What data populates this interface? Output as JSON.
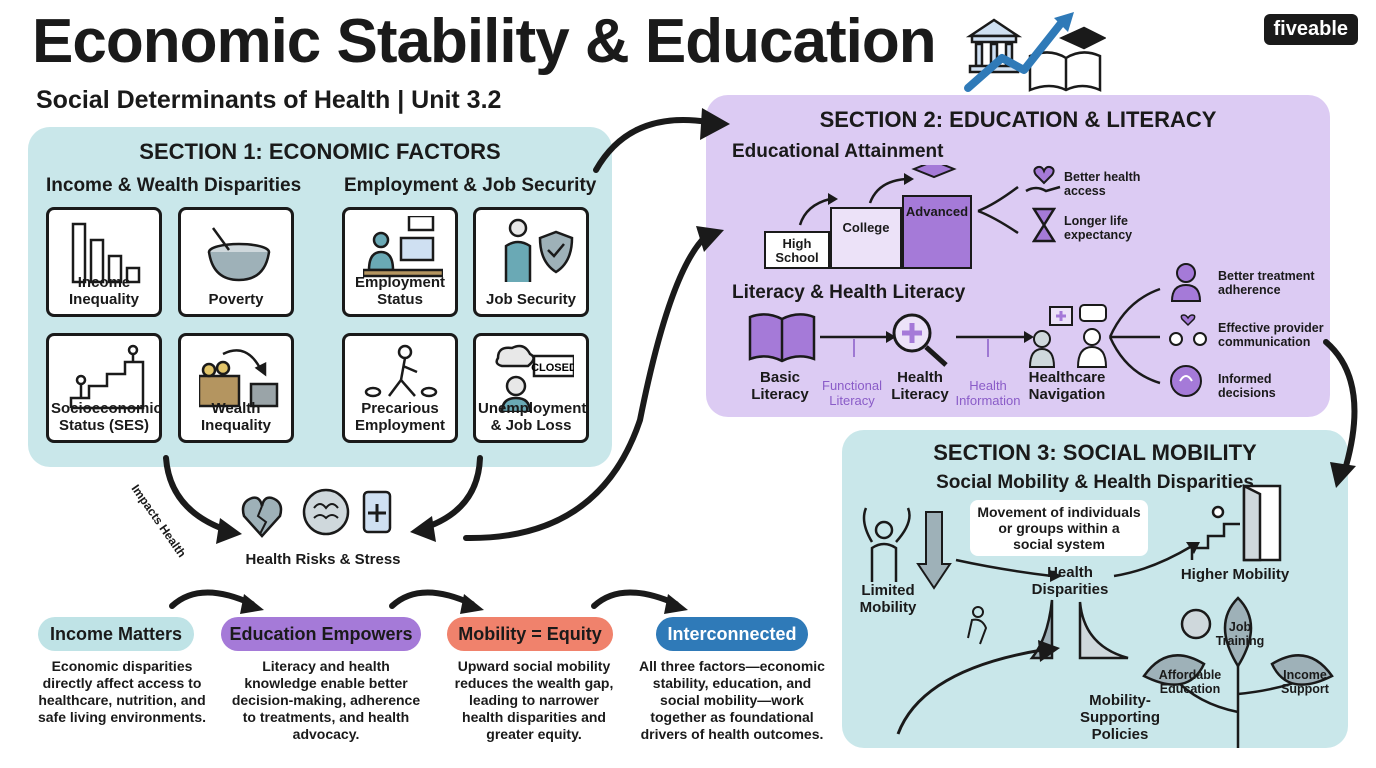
{
  "header": {
    "title": "Economic Stability & Education",
    "subtitle": "Social Determinants of Health | Unit 3.2",
    "brand": "fiveable"
  },
  "section1": {
    "heading": "SECTION 1: ECONOMIC FACTORS",
    "left_heading": "Income & Wealth Disparities",
    "right_heading": "Employment & Job Security",
    "cards": {
      "income_inequality": "Income Inequality",
      "poverty": "Poverty",
      "ses": "Socioeconomic Status (SES)",
      "wealth_inequality": "Wealth Inequality",
      "employment_status": "Employment Status",
      "job_security": "Job Security",
      "precarious": "Precarious Employment",
      "unemployment": "Unemployment & Job Loss"
    },
    "closed_sign": "CLOSED",
    "impacts_label": "Impacts Health",
    "health_risks": "Health Risks & Stress"
  },
  "section2": {
    "heading": "SECTION 2: EDUCATION & LITERACY",
    "attainment_heading": "Educational Attainment",
    "steps": {
      "high_school": "High School",
      "college": "College",
      "advanced": "Advanced"
    },
    "outcomes": {
      "access": "Better health access",
      "life": "Longer life expectancy"
    },
    "literacy_heading": "Literacy & Health Literacy",
    "nodes": {
      "basic": "Basic Literacy",
      "functional": "Functional Literacy",
      "health": "Health Literacy",
      "information": "Health Information",
      "navigation": "Healthcare Navigation"
    },
    "results": {
      "adherence": "Better treatment adherence",
      "communication": "Effective provider communication",
      "decisions": "Informed decisions"
    }
  },
  "section3": {
    "heading": "SECTION 3: SOCIAL MOBILITY",
    "subheading": "Social Mobility & Health Disparities",
    "definition": "Movement of individuals or groups within a social system",
    "limited": "Limited Mobility",
    "disparities": "Health Disparities",
    "higher": "Higher Mobility",
    "policies": "Mobility-Supporting Policies",
    "leaves": {
      "education": "Affordable Education",
      "training": "Job Training",
      "income": "Income Support"
    }
  },
  "takeaways": [
    {
      "label": "Income Matters",
      "text": "Economic disparities directly affect access to healthcare, nutrition, and safe living environments."
    },
    {
      "label": "Education Empowers",
      "text": "Literacy and health knowledge enable better decision-making, adherence to treatments, and health advocacy."
    },
    {
      "label": "Mobility = Equity",
      "text": "Upward social mobility reduces the wealth gap, leading to narrower health disparities and greater equity."
    },
    {
      "label": "Interconnected",
      "text": "All three factors—economic stability, education, and social mobility—work together as foundational drivers of health outcomes."
    }
  ],
  "colors": {
    "teal_panel": "#c9e7ea",
    "purple_panel": "#dccbf3",
    "pill_teal": "#bfe3e6",
    "pill_purple": "#a57ad8",
    "pill_coral": "#f0826c",
    "pill_blue": "#2f7ab8"
  }
}
